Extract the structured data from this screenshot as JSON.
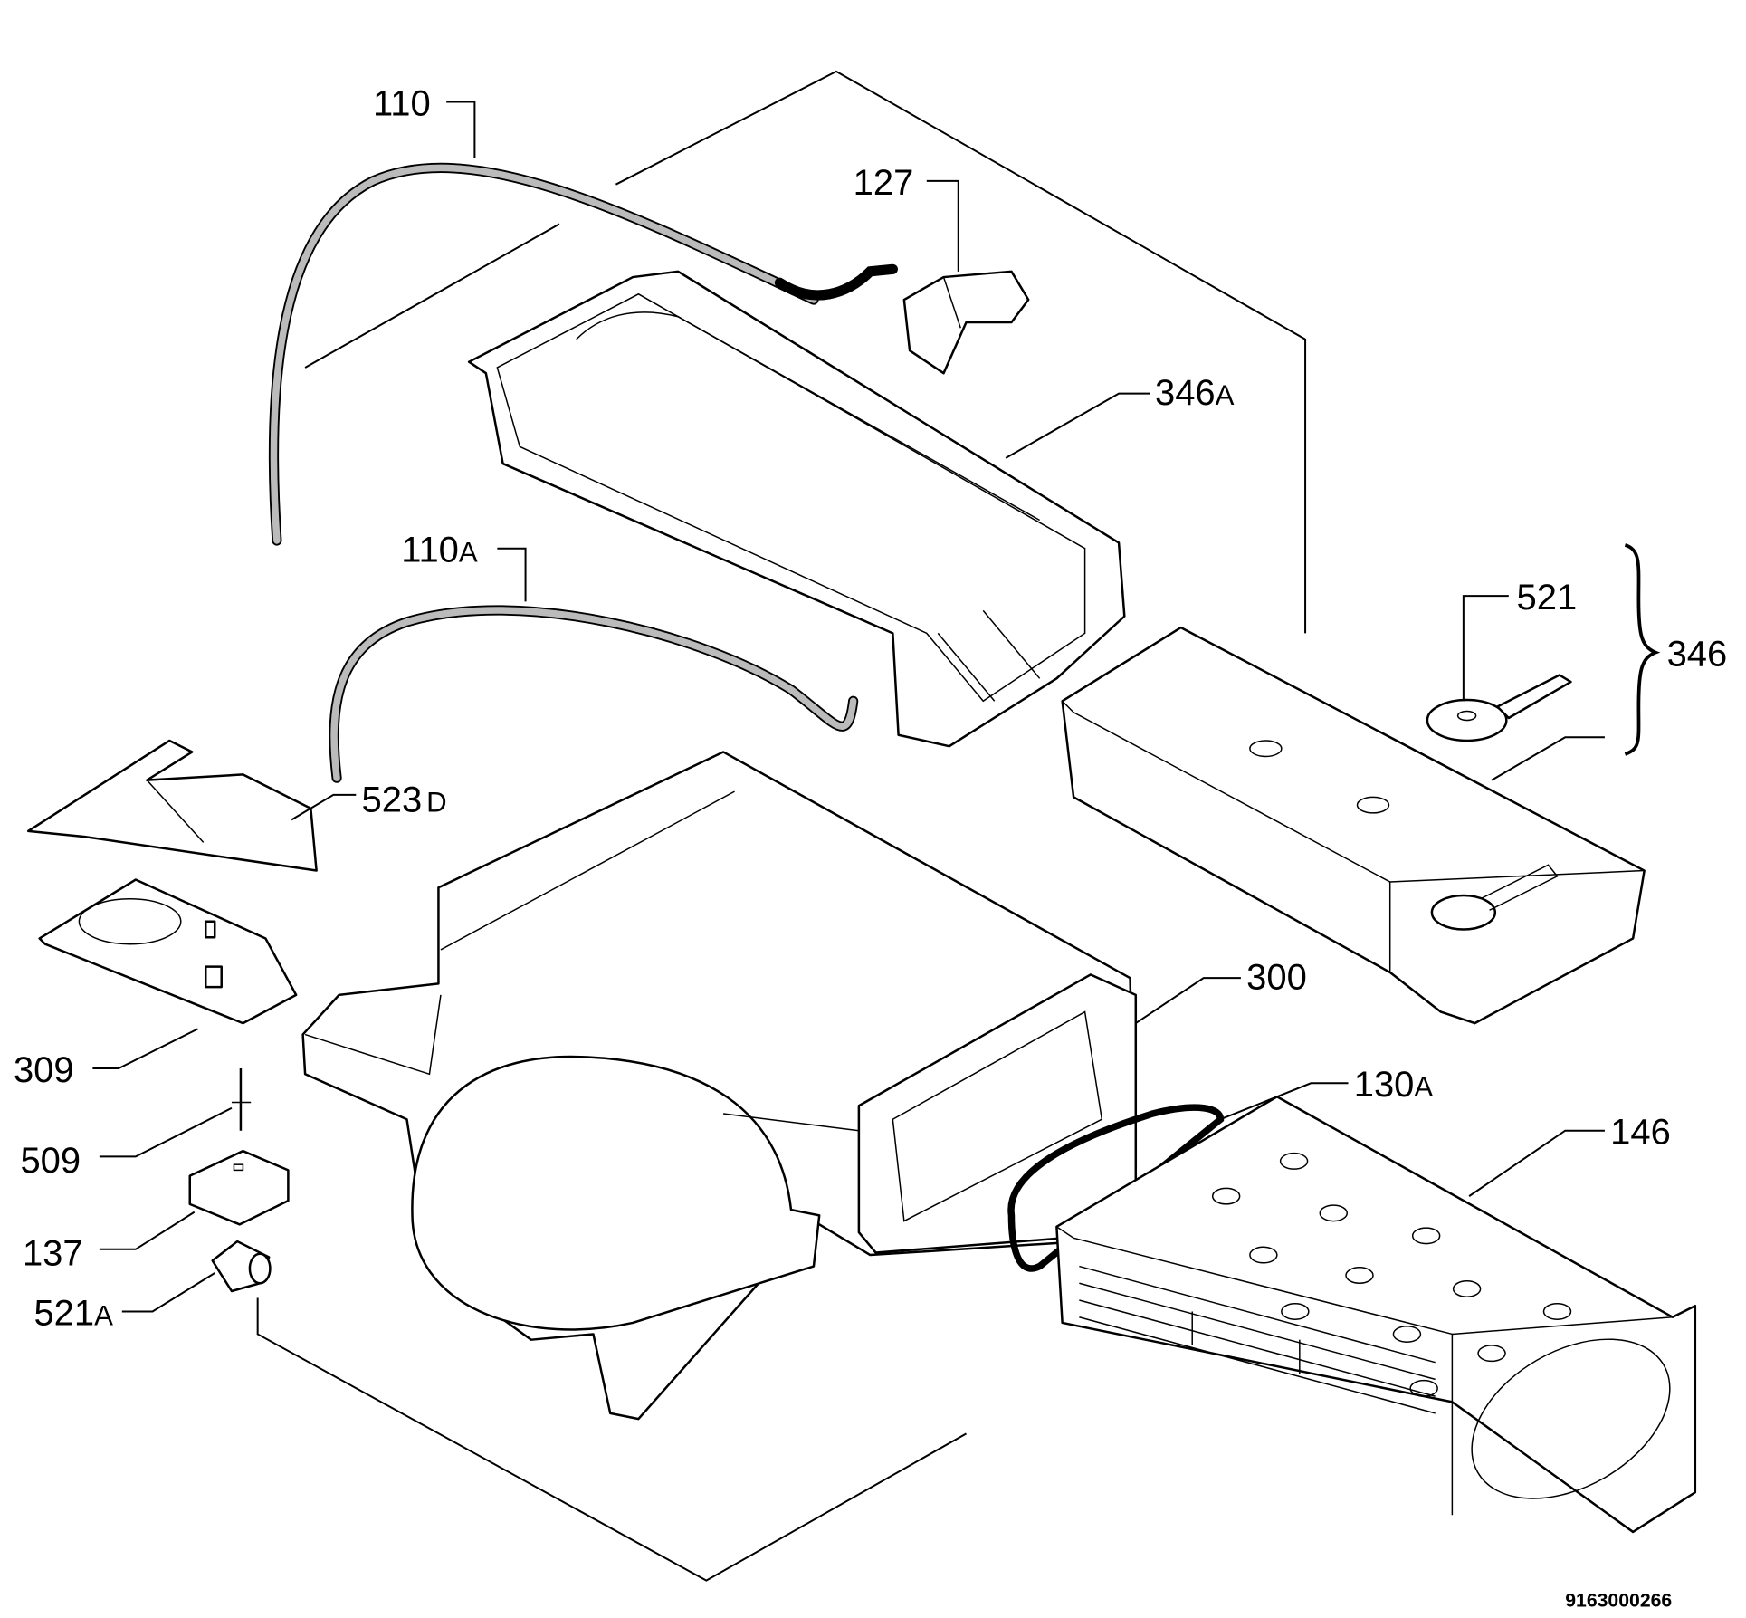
{
  "diagram": {
    "title": "Exploded parts diagram",
    "drawing_number": "9163000266",
    "callouts": [
      {
        "id": "110",
        "num": "110",
        "suffix": ""
      },
      {
        "id": "127",
        "num": "127",
        "suffix": ""
      },
      {
        "id": "346A",
        "num": "346",
        "suffix": "A"
      },
      {
        "id": "110A",
        "num": "110",
        "suffix": "A"
      },
      {
        "id": "521",
        "num": "521",
        "suffix": ""
      },
      {
        "id": "346",
        "num": "346",
        "suffix": ""
      },
      {
        "id": "523D",
        "num": "523",
        "suffix": "D"
      },
      {
        "id": "300",
        "num": "300",
        "suffix": ""
      },
      {
        "id": "309",
        "num": "309",
        "suffix": ""
      },
      {
        "id": "130A",
        "num": "130",
        "suffix": "A"
      },
      {
        "id": "146",
        "num": "146",
        "suffix": ""
      },
      {
        "id": "509",
        "num": "509",
        "suffix": ""
      },
      {
        "id": "137",
        "num": "137",
        "suffix": ""
      },
      {
        "id": "521A",
        "num": "521",
        "suffix": "A"
      }
    ]
  }
}
